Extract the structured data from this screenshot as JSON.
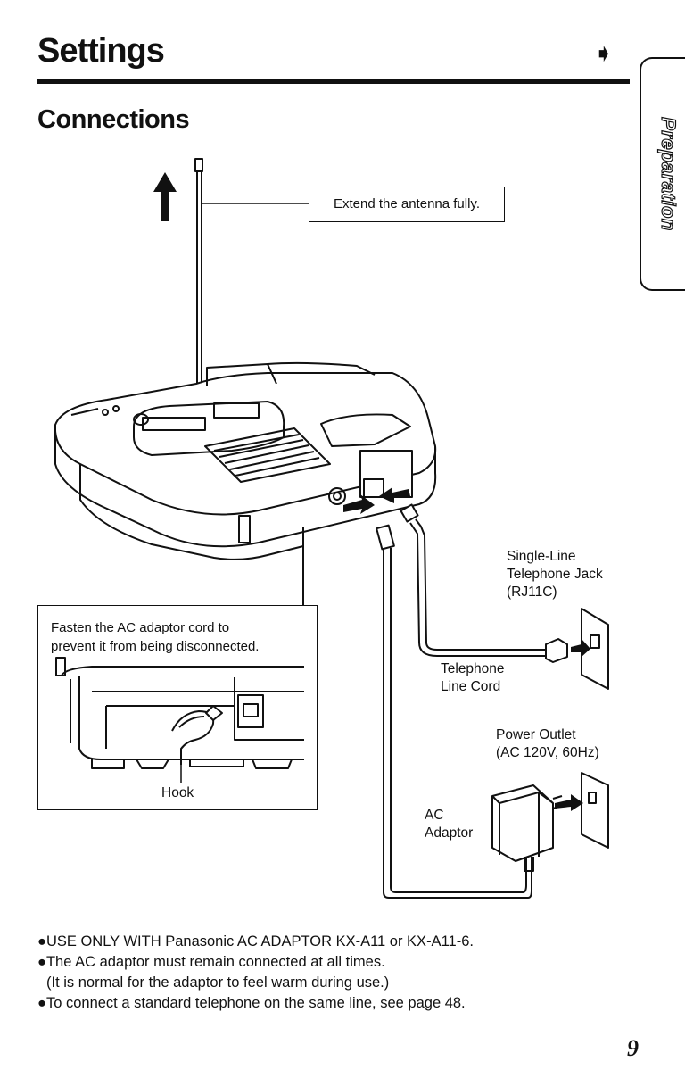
{
  "header": {
    "title": "Settings",
    "continue_glyph": "➧",
    "side_tab": "Preparation"
  },
  "section": {
    "title": "Connections"
  },
  "diagram": {
    "antenna_callout": "Extend the antenna fully.",
    "jack_label": [
      "Single-Line",
      "Telephone Jack",
      "(RJ11C)"
    ],
    "line_cord_label": [
      "Telephone",
      "Line Cord"
    ],
    "outlet_label": [
      "Power Outlet",
      "(AC 120V, 60Hz)"
    ],
    "adaptor_label": [
      "AC",
      "Adaptor"
    ],
    "inset": {
      "text": [
        "Fasten the AC adaptor cord to",
        "prevent it from being disconnected."
      ],
      "hook_label": "Hook"
    }
  },
  "notes": [
    "●USE ONLY WITH Panasonic AC ADAPTOR KX-A11 or KX-A11-6.",
    "●The AC adaptor must remain connected at all times.",
    "(It is normal for the adaptor to feel warm during use.)",
    "●To connect a standard telephone on the same line, see page 48."
  ],
  "page_number": "9"
}
